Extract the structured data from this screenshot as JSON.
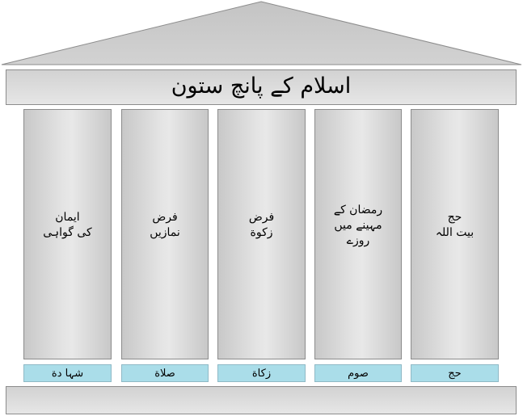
{
  "diagram": {
    "title": "اسلام کے پانچ ستون",
    "colors": {
      "roof_fill": "#cdcdcd",
      "band_fill": "#dcdcdc",
      "border": "#8c8c8c",
      "label_fill": "#aadde9"
    },
    "pillars": [
      {
        "text": "ایمان\nکی گواہی",
        "label": "شہا دة"
      },
      {
        "text": "فرض\nنمازیں",
        "label": "صلاة"
      },
      {
        "text": "فرض\nزکوة",
        "label": "زکاة"
      },
      {
        "text": "رمضان کے\nمہینے میں\nروزے",
        "label": "صوم"
      },
      {
        "text": "حج\nبیت اللہ",
        "label": "حج"
      }
    ]
  }
}
